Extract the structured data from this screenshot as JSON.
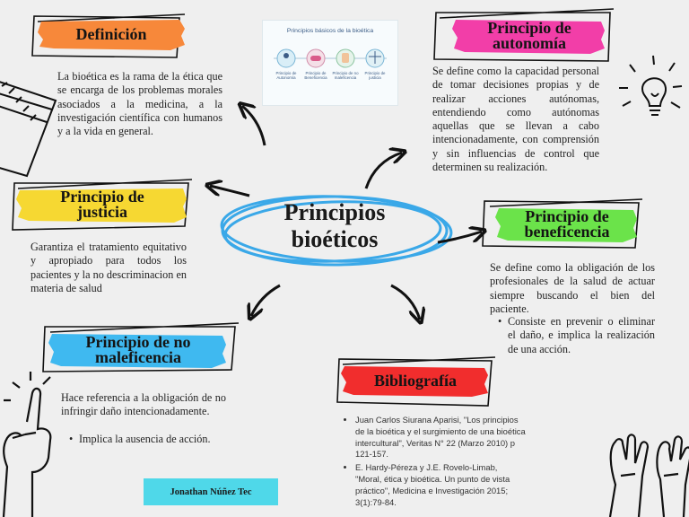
{
  "center": {
    "title_line1": "Principios",
    "title_line2": "bioéticos"
  },
  "thumbnail": {
    "title": "Principios básicos de la bioética",
    "items": [
      {
        "label": "Principio de Autonomía",
        "icon": "person-circle-icon"
      },
      {
        "label": "Principio de Beneficencia",
        "icon": "pills-icon"
      },
      {
        "label": "Principio de no maleficencia",
        "icon": "hand-icon"
      },
      {
        "label": "Principio de justicia",
        "icon": "scales-icon"
      }
    ]
  },
  "definicion": {
    "title": "Definición",
    "color": "#f7883a",
    "text": "La bioética es la rama de la ética que se encarga de los problemas morales asociados a la medicina, a la investigación científica con humanos y a la vida en general."
  },
  "justicia": {
    "title_line1": "Principio de",
    "title_line2": "justicia",
    "color": "#f6d832",
    "text": "Garantiza el tratamiento equitativo y apropiado para todos los pacientes y la no descriminacion en materia de salud"
  },
  "no_maleficencia": {
    "title_line1": "Principio de no",
    "title_line2": "maleficencia",
    "color": "#3fb9f0",
    "text": "Hace referencia a la obligación de no infringir daño intencionadamente.",
    "bullet": "Implica la ausencia de acción."
  },
  "autonomia": {
    "title_line1": "Principio de",
    "title_line2": "autonomía",
    "color": "#f23ea8",
    "text": "Se define como la capacidad personal de tomar decisiones propias y de realizar acciones autónomas, entendiendo como autónomas aquellas que se llevan a cabo intencionadamente, con comprensión y sin influencias de control que determinen su realización."
  },
  "beneficencia": {
    "title_line1": "Principio de",
    "title_line2": "beneficencia",
    "color": "#6be34a",
    "text": "Se define como la obligación de los profesionales de la salud de actuar siempre buscando el bien del paciente.",
    "bullet": "Consiste en prevenir o eliminar el daño, e implica la realización de una acción."
  },
  "bibliografia": {
    "title": "Bibliografía",
    "color": "#f12d2d",
    "refs": [
      "Juan Carlos Siurana Aparisi, \"Los principios de la bioética y el surgimiento de una bioética intercultural\", Veritas N° 22 (Marzo 2010) p 121-157.",
      "E. Hardy-Péreza y J.E. Rovelo-Limab, \"Moral, ética y bioética. Un punto de vista práctico\", Medicina e Investigación 2015; 3(1):79-84."
    ]
  },
  "author": {
    "name": "Jonathan Núñez Tec",
    "color": "#4fd8e9"
  },
  "decor": [
    "notebook-icon",
    "lightbulb-icon",
    "pointing-hand-icon",
    "raised-hands-icon"
  ]
}
